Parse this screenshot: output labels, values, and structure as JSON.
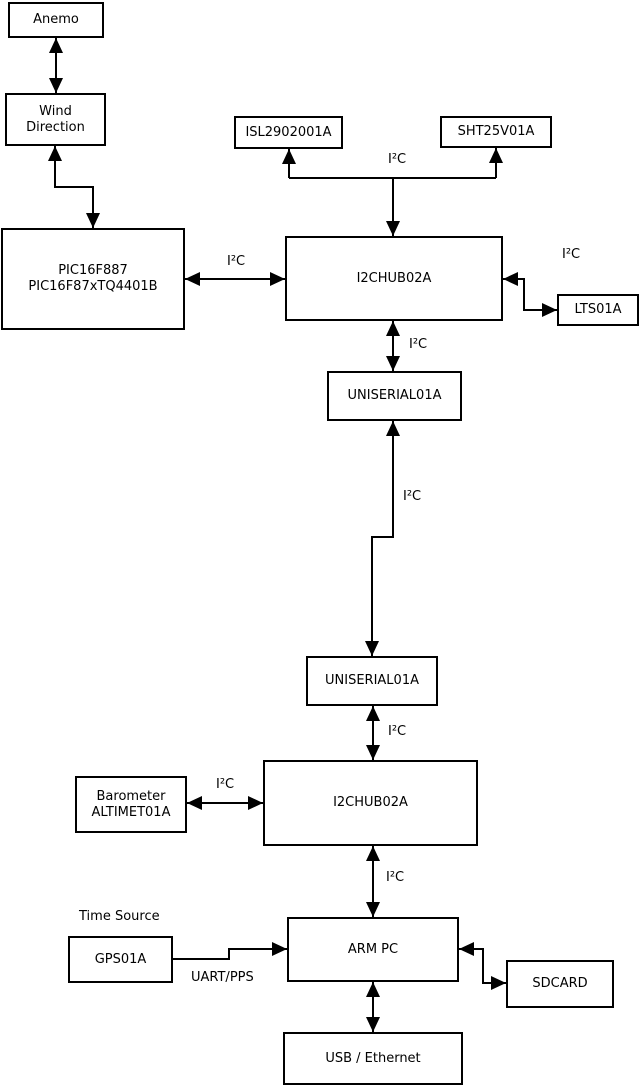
{
  "diagram": {
    "nodes": {
      "anemo": {
        "lines": [
          "Anemo"
        ]
      },
      "wind_direction": {
        "lines": [
          "Wind",
          "Direction"
        ]
      },
      "pic": {
        "lines": [
          "PIC16F887",
          "PIC16F87xTQ4401B"
        ]
      },
      "isl": {
        "lines": [
          "ISL2902001A"
        ]
      },
      "sht": {
        "lines": [
          "SHT25V01A"
        ]
      },
      "i2chub_top": {
        "lines": [
          "I2CHUB02A"
        ]
      },
      "lts": {
        "lines": [
          "LTS01A"
        ]
      },
      "uniserial_top": {
        "lines": [
          "UNISERIAL01A"
        ]
      },
      "uniserial_bottom": {
        "lines": [
          "UNISERIAL01A"
        ]
      },
      "i2chub_bottom": {
        "lines": [
          "I2CHUB02A"
        ]
      },
      "barometer": {
        "lines": [
          "Barometer",
          "ALTIMET01A"
        ]
      },
      "gps": {
        "lines": [
          "GPS01A"
        ]
      },
      "arm_pc": {
        "lines": [
          "ARM PC"
        ]
      },
      "sdcard": {
        "lines": [
          "SDCARD"
        ]
      },
      "usb_ethernet": {
        "lines": [
          "USB / Ethernet"
        ]
      }
    },
    "edge_labels": {
      "i2c": "I²C",
      "time_source": "Time Source",
      "uart_pps": "UART/PPS"
    },
    "colors": {
      "line": "#000000",
      "box_border": "#000000",
      "box_fill": "#ffffff",
      "background": "#ffffff",
      "text": "#000000"
    }
  }
}
